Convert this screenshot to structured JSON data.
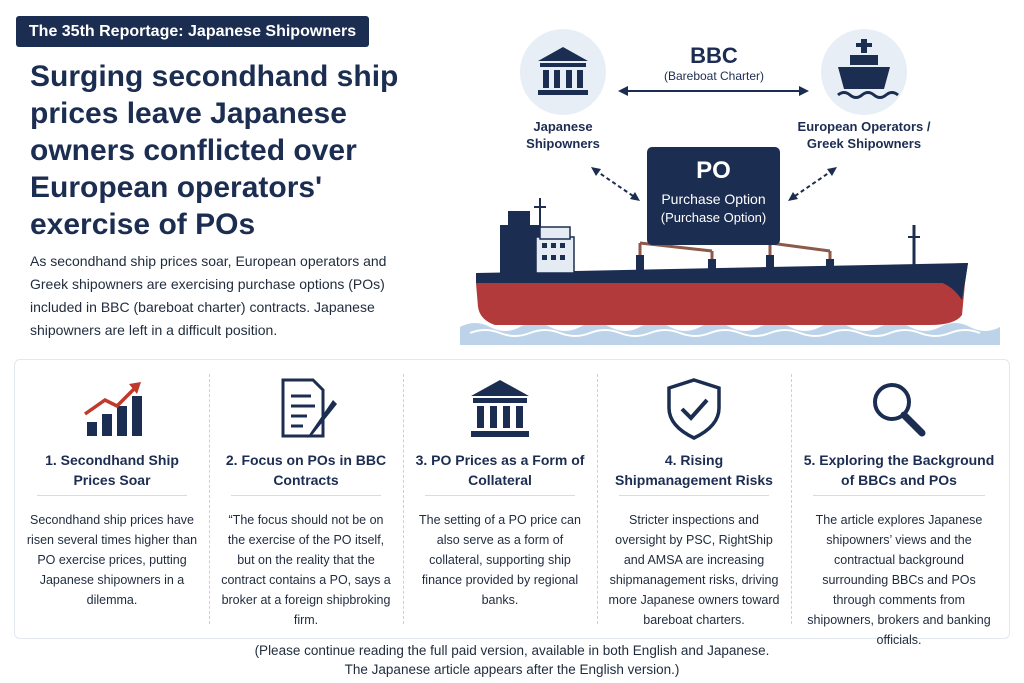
{
  "header": {
    "badge": "The 35th Reportage: Japanese Shipowners",
    "headline": "Surging secondhand ship prices leave Japanese owners conflicted over European operators' exercise of POs",
    "intro": "As secondhand ship prices soar, European operators and Greek shipowners are exercising purchase options (POs) included in BBC (bareboat charter) contracts. Japanese shipowners are left in a difficult position."
  },
  "illustration": {
    "bbc_title": "BBC",
    "bbc_subtitle": "(Bareboat Charter)",
    "left_party": "Japanese Shipowners",
    "right_party": "European Operators / Greek Shipowners",
    "po_title": "PO",
    "po_line1": "Purchase Option",
    "po_line2": "(Purchase Option)"
  },
  "cards": [
    {
      "icon": "rising-bar-chart-icon",
      "title": "1. Secondhand Ship Prices Soar",
      "body": "Secondhand ship prices have risen several times higher than PO exercise prices, putting Japanese shipowners in a dilemma."
    },
    {
      "icon": "document-pen-icon",
      "title": "2. Focus on POs in BBC Contracts",
      "body": "“The focus should not be on the exercise of the PO itself, but on the reality that the contract contains a PO, says a broker at a foreign shipbroking firm."
    },
    {
      "icon": "bank-icon",
      "title": "3. PO Prices as a Form of Collateral",
      "body": "The setting of a PO price can also serve as a form of collateral, supporting ship finance provided by regional banks."
    },
    {
      "icon": "shield-check-icon",
      "title": "4. Rising Shipmanagement Risks",
      "body": "Stricter inspections and oversight by PSC, RightShip and AMSA are increasing shipmanagement risks, driving more Japanese owners toward bareboat charters."
    },
    {
      "icon": "magnifier-icon",
      "title": "5. Exploring the Background of BBCs and POs",
      "body": "The article explores Japanese shipowners’ views and the contractual background surrounding BBCs and POs through comments from shipowners, brokers and banking officials."
    }
  ],
  "footer": {
    "line1": "(Please continue reading the full paid version, available in both English and Japanese.",
    "line2": "The Japanese article appears after the English version.)"
  },
  "colors": {
    "navy": "#1c2d52",
    "hull_red": "#b23a3a",
    "accent_red": "#c0392b",
    "circle_bg": "#e8eef6",
    "water": "#bcd3ea"
  }
}
